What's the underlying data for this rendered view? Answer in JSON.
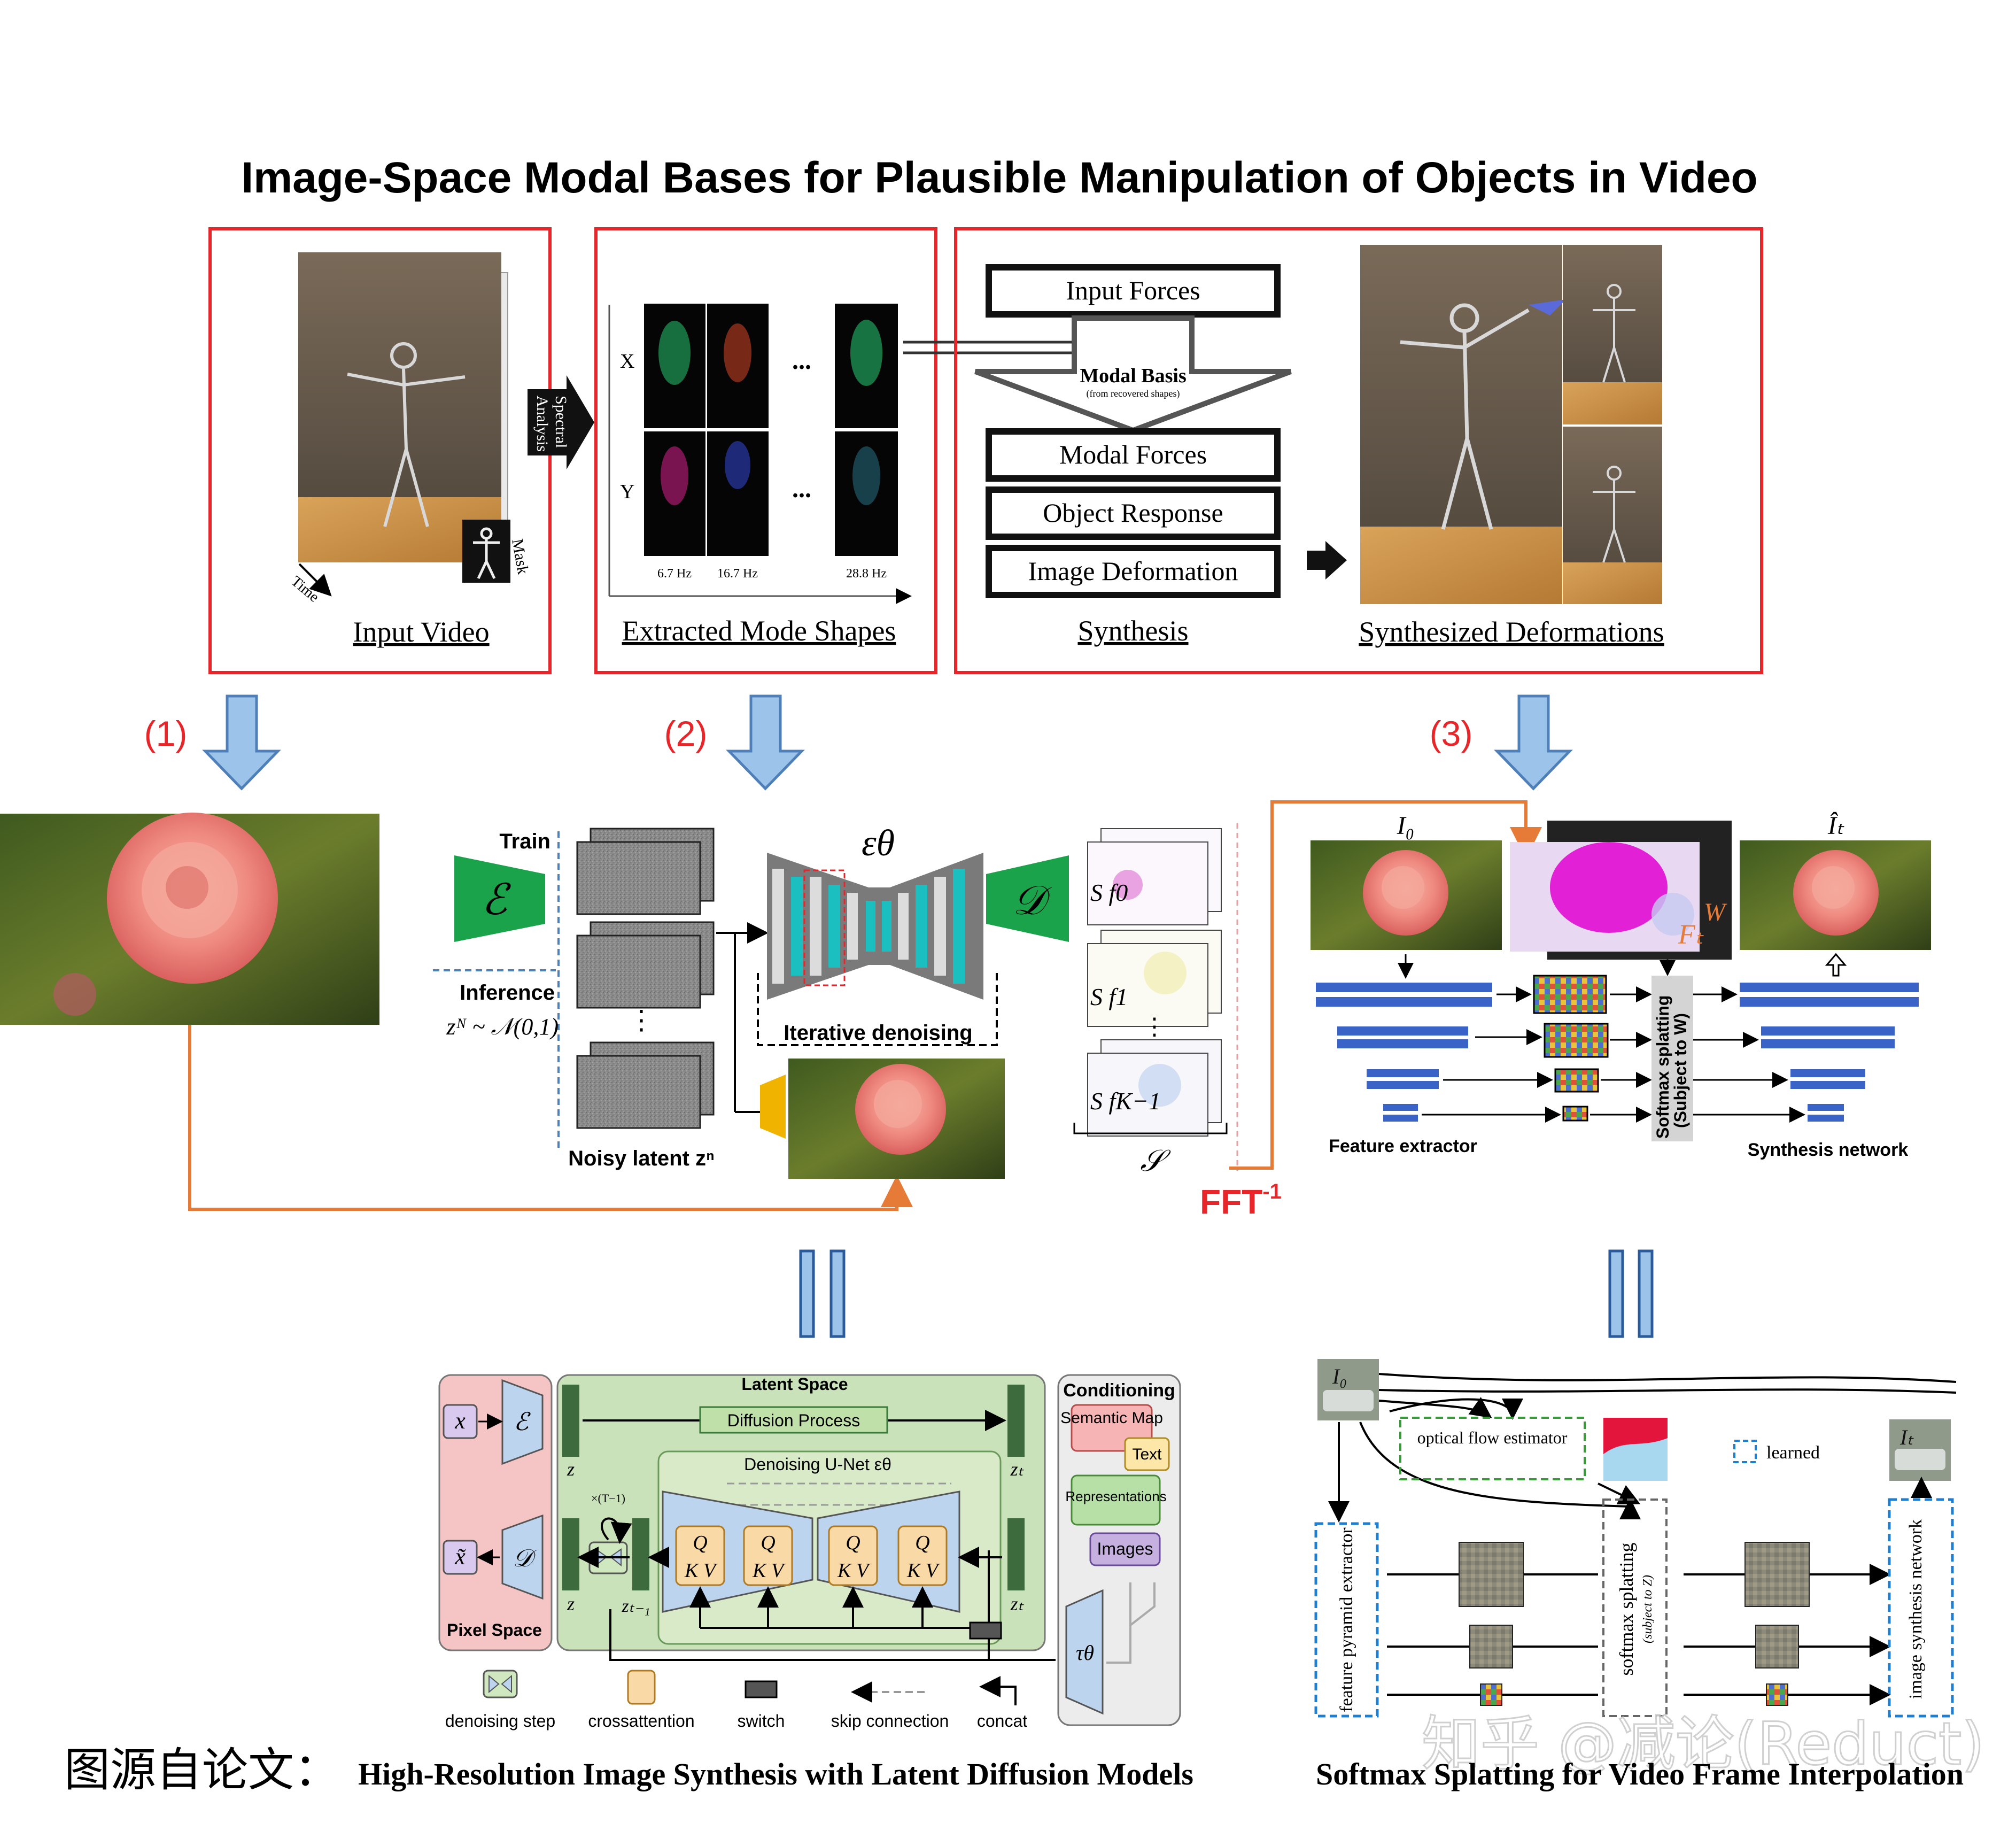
{
  "main_title": "Image-Space Modal Bases for Plausible Manipulation of Objects in Video",
  "top_panels": {
    "input_video": {
      "caption": "Input Video",
      "time_label": "Time",
      "mask_label": "Mask",
      "spectral_label_1": "Spectral",
      "spectral_label_2": "Analysis"
    },
    "mode_shapes": {
      "caption": "Extracted Mode Shapes",
      "row_x": "X",
      "row_y": "Y",
      "ellipsis": "...",
      "freqs": [
        "6.7 Hz",
        "16.7 Hz",
        "28.8 Hz"
      ]
    },
    "synthesis": {
      "caption": "Synthesis",
      "input_forces": "Input Forces",
      "modal_basis": "Modal Basis",
      "modal_basis_sub": "(from recovered shapes)",
      "modal_forces": "Modal Forces",
      "object_response": "Object Response",
      "image_deformation": "Image Deformation"
    },
    "deformations": {
      "caption": "Synthesized Deformations"
    }
  },
  "step_labels": [
    "(1)",
    "(2)",
    "(3)"
  ],
  "ldm": {
    "train": "Train",
    "inference": "Inference",
    "prior": "zᴺ ~ 𝒩(0,1)",
    "encoder": "ℰ",
    "decoder": "𝒟",
    "unet": "εθ",
    "iterative": "Iterative denoising",
    "noisy_latent": "Noisy latent zⁿ",
    "s_labels": [
      "S f0",
      "S f1",
      "S fK−1"
    ],
    "s_set": "𝒮",
    "vdots": "⋮",
    "fft": "FFT",
    "fft_sup": "-1"
  },
  "softmax": {
    "i0": "I₀",
    "it": "Îₜ",
    "ft": "Fₜ",
    "w": "W",
    "feature_extractor": "Feature extractor",
    "synthesis_network": "Synthesis network",
    "splat_line1": "Softmax splatting",
    "splat_line2": "(Subject to W)"
  },
  "equals_sign": "=",
  "ldm_arch": {
    "latent_space": "Latent Space",
    "diffusion_process": "Diffusion Process",
    "denoising_unet": "Denoising U-Net εθ",
    "pixel_space": "Pixel Space",
    "conditioning": "Conditioning",
    "cond_items": [
      "Semantic Map",
      "Text",
      "Representations",
      "Images"
    ],
    "x": "x",
    "x_tilde": "x̃",
    "enc": "ℰ",
    "dec": "𝒟",
    "z": "z",
    "z_t": "zₜ",
    "z_t1": "zₜ₋₁",
    "times": "×(T−1)",
    "tau": "τθ",
    "q": "Q",
    "kv": "K V",
    "legend": [
      "denoising step",
      "crossattention",
      "switch",
      "skip connection",
      "concat"
    ]
  },
  "softmax_arch": {
    "i0": "I₀",
    "it": "Iₜ",
    "optical_flow": "optical flow estimator",
    "learned": "learned",
    "feature_pyramid": "feature pyramid extractor",
    "softmax_splat": "softmax splatting",
    "subject_to": "(subject to Z)",
    "image_synthesis": "image synthesis network"
  },
  "footer": {
    "source_label": "图源自论文：",
    "paper_left": "High-Resolution Image Synthesis with Latent Diffusion Models",
    "paper_right": "Softmax Splatting for Video Frame Interpolation",
    "watermark": "知乎 @减论(Reduct)"
  },
  "colors": {
    "red": "#e8262a",
    "arrow_blue": "#9cc3ea",
    "arrow_blue_stroke": "#4f7fb8",
    "orange": "#e67b37",
    "teal": "#1cbfbf",
    "green": "#1aa34a",
    "bar_blue": "#3a63c8"
  }
}
